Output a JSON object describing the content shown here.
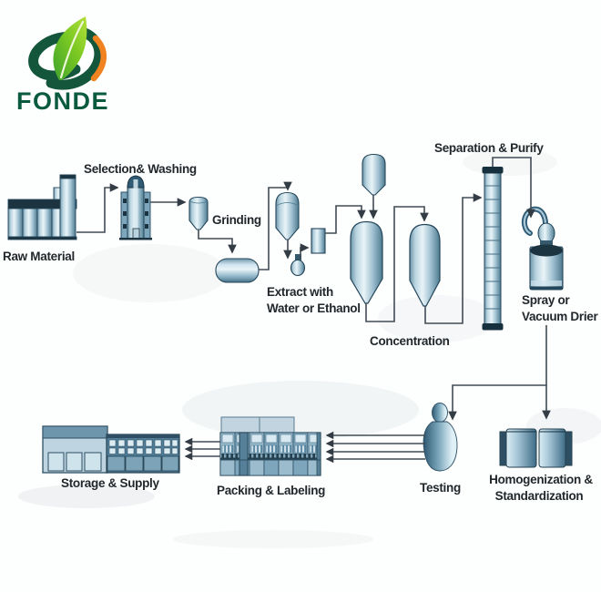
{
  "logo": {
    "brand": "FONDE"
  },
  "labels": {
    "raw_material": "Raw Material",
    "selection_washing": "Selection& Washing",
    "grinding": "Grinding",
    "extract_l1": "Extract with",
    "extract_l2": "Water or Ethanol",
    "concentration": "Concentration",
    "separation_purify": "Separation & Purify",
    "dryer_l1": "Spray or",
    "dryer_l2": "Vacuum Drier",
    "homogenization_l1": "Homogenization &",
    "homogenization_l2": "Standardization",
    "testing": "Testing",
    "packing_labeling": "Packing & Labeling",
    "storage_supply": "Storage & Supply"
  },
  "process_flow": [
    "Raw Material",
    "Selection& Washing",
    "Grinding",
    "Extract with Water or Ethanol",
    "Concentration",
    "Separation & Purify",
    "Spray or Vacuum Drier",
    "Homogenization & Standardization",
    "Testing",
    "Packing & Labeling",
    "Storage & Supply"
  ],
  "colors": {
    "steel_dark": "#24465a",
    "steel_mid": "#7da6bc",
    "steel_light": "#e9f4f8",
    "cap_dark": "#16303d",
    "connector": "#414b55",
    "logo_green_dark": "#14563c",
    "logo_leaf_green": "#6abf2a",
    "logo_orange": "#f0821f",
    "label_text": "#21272b"
  }
}
